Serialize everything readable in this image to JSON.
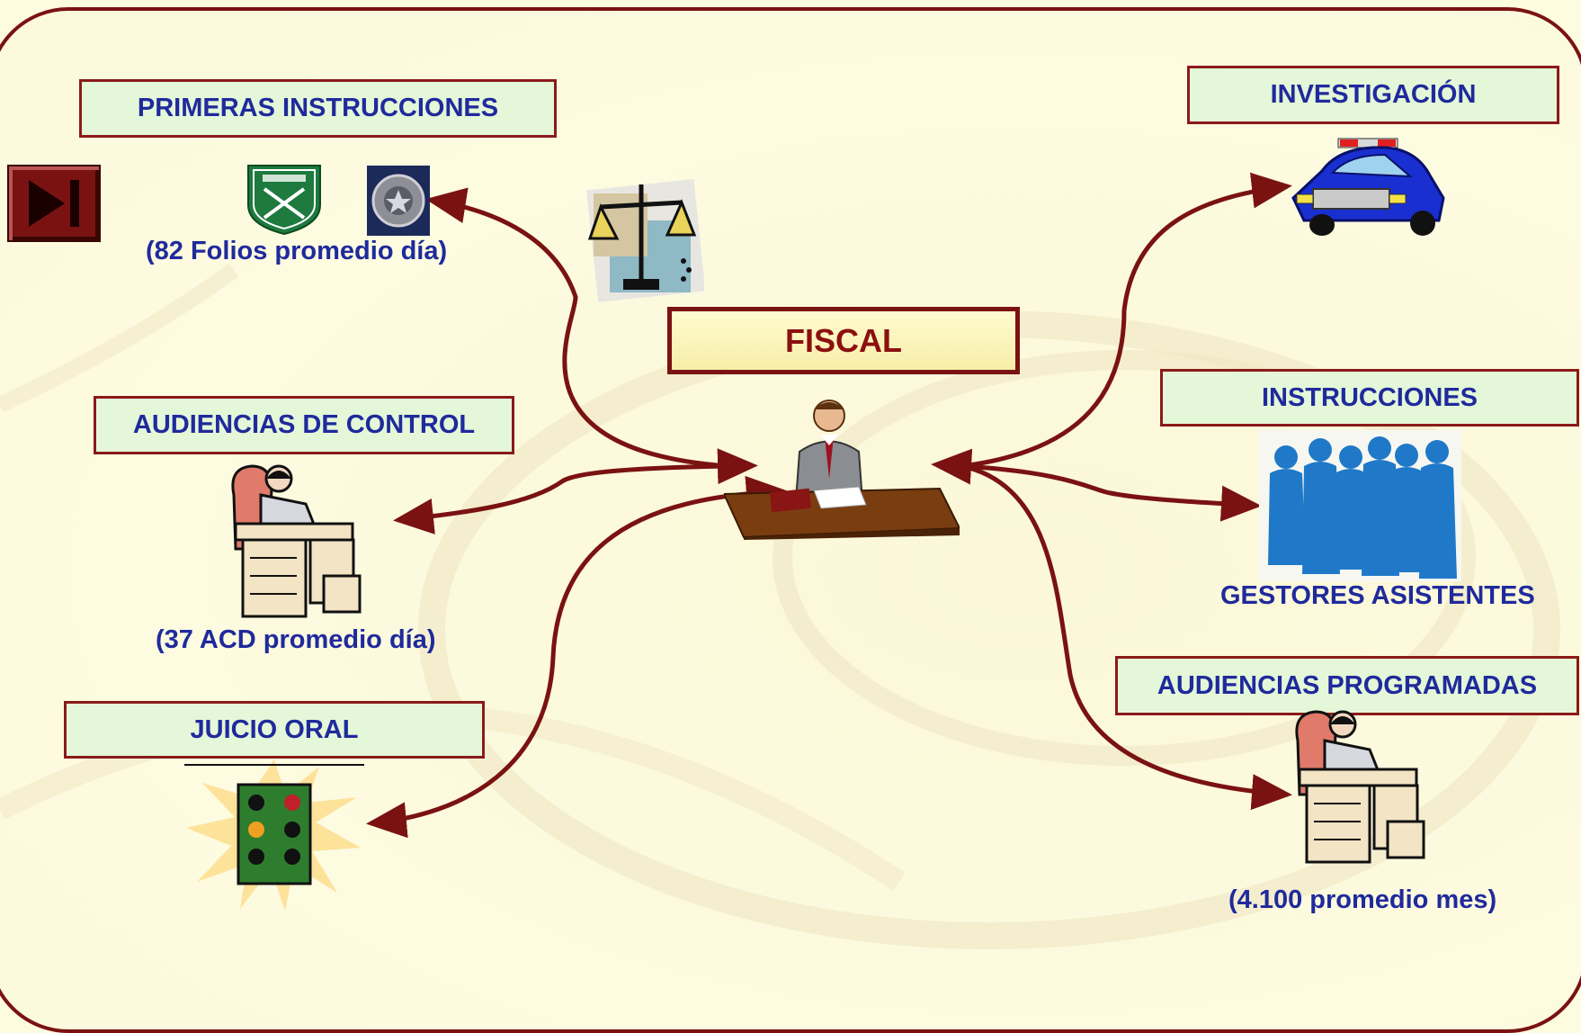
{
  "center": {
    "title": "FISCAL"
  },
  "left": {
    "primeras": {
      "title": "PRIMERAS INSTRUCCIONES",
      "caption": "(82 Folios promedio día)"
    },
    "audiencias_control": {
      "title": "AUDIENCIAS DE CONTROL",
      "caption": "(37 ACD promedio día)"
    },
    "juicio": {
      "title": "JUICIO ORAL"
    }
  },
  "right": {
    "investigacion": {
      "title": "INVESTIGACIÓN"
    },
    "instrucciones": {
      "title": "INSTRUCCIONES",
      "caption": "GESTORES ASISTENTES"
    },
    "audiencias_prog": {
      "title": "AUDIENCIAS PROGRAMADAS",
      "caption": "(4.100 promedio mes)"
    }
  },
  "colors": {
    "frame": "#7a1212",
    "label_bg": "#e4f7d8",
    "label_text": "#1f2a9c",
    "fiscal_text": "#8b1010",
    "arrow": "#7a1212"
  },
  "icons": [
    "play-skip-icon",
    "carabineros-badge-icon",
    "pdi-badge-icon",
    "justice-scale-icon",
    "police-car-icon",
    "people-group-icon",
    "judge-desk-icon",
    "traffic-light-icon",
    "prosecutor-desk-icon"
  ]
}
